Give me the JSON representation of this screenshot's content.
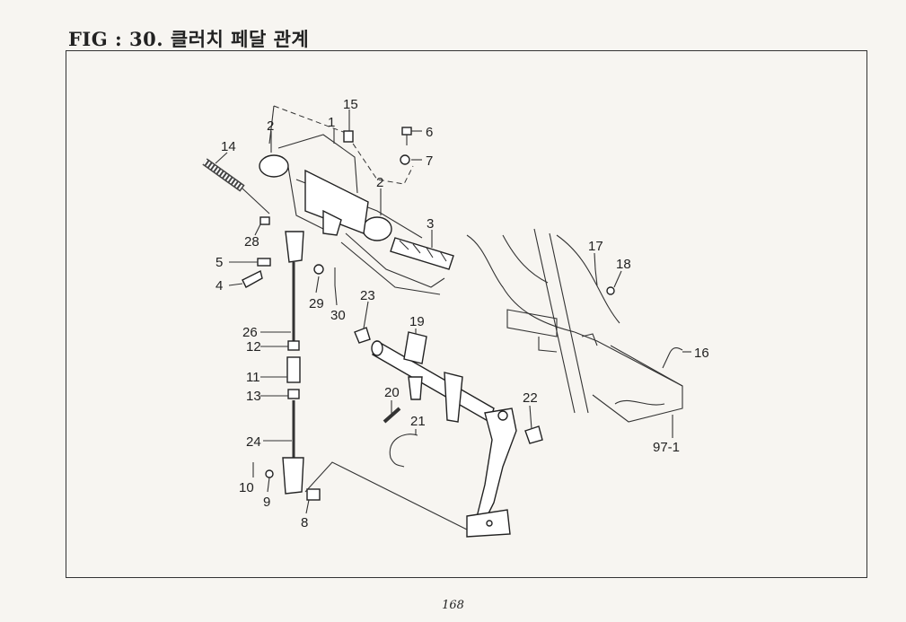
{
  "title": "FIG : 30. 클러치 페달 관계",
  "page_number": "168",
  "callouts": [
    {
      "label": "15"
    },
    {
      "label": "1"
    },
    {
      "label": "2"
    },
    {
      "label": "14"
    },
    {
      "label": "6"
    },
    {
      "label": "7"
    },
    {
      "label": "2"
    },
    {
      "label": "3"
    },
    {
      "label": "28"
    },
    {
      "label": "5"
    },
    {
      "label": "4"
    },
    {
      "label": "29"
    },
    {
      "label": "30"
    },
    {
      "label": "23"
    },
    {
      "label": "19"
    },
    {
      "label": "26"
    },
    {
      "label": "12"
    },
    {
      "label": "11"
    },
    {
      "label": "13"
    },
    {
      "label": "20"
    },
    {
      "label": "21"
    },
    {
      "label": "22"
    },
    {
      "label": "24"
    },
    {
      "label": "10"
    },
    {
      "label": "9"
    },
    {
      "label": "8"
    },
    {
      "label": "17"
    },
    {
      "label": "18"
    },
    {
      "label": "16"
    },
    {
      "label": "97-1"
    }
  ]
}
